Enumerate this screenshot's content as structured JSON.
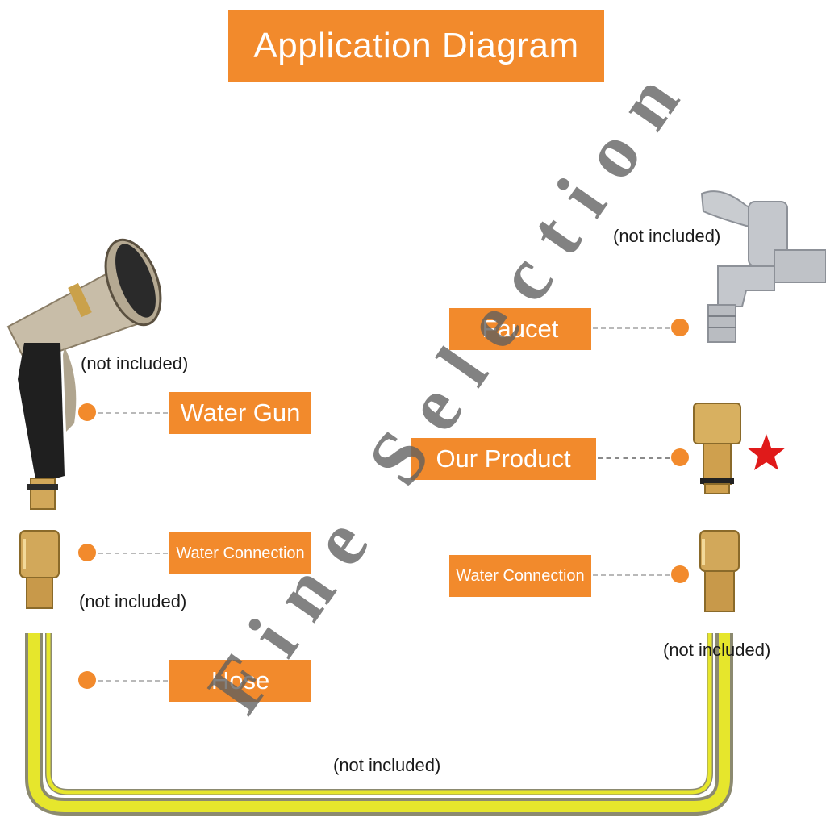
{
  "title": "Application Diagram",
  "labels": {
    "water_gun": "Water Gun",
    "water_connection_left": "Water Connection",
    "hose": "Hose",
    "faucet": "Faucet",
    "our_product": "Our Product",
    "water_connection_right": "Water Connection"
  },
  "notes": {
    "faucet": "(not included)",
    "water_gun": "(not included)",
    "water_connection_left": "(not included)",
    "water_connection_right": "(not included)",
    "hose": "(not included)"
  },
  "watermark": "Fine Selection",
  "colors": {
    "accent": "#f28a2c",
    "hose": "#e6e62c",
    "brass": "#d2a85a",
    "star": "#e01a1a"
  },
  "icons": [
    "spray-gun-icon",
    "brass-connector-icon",
    "faucet-icon",
    "star-icon"
  ]
}
